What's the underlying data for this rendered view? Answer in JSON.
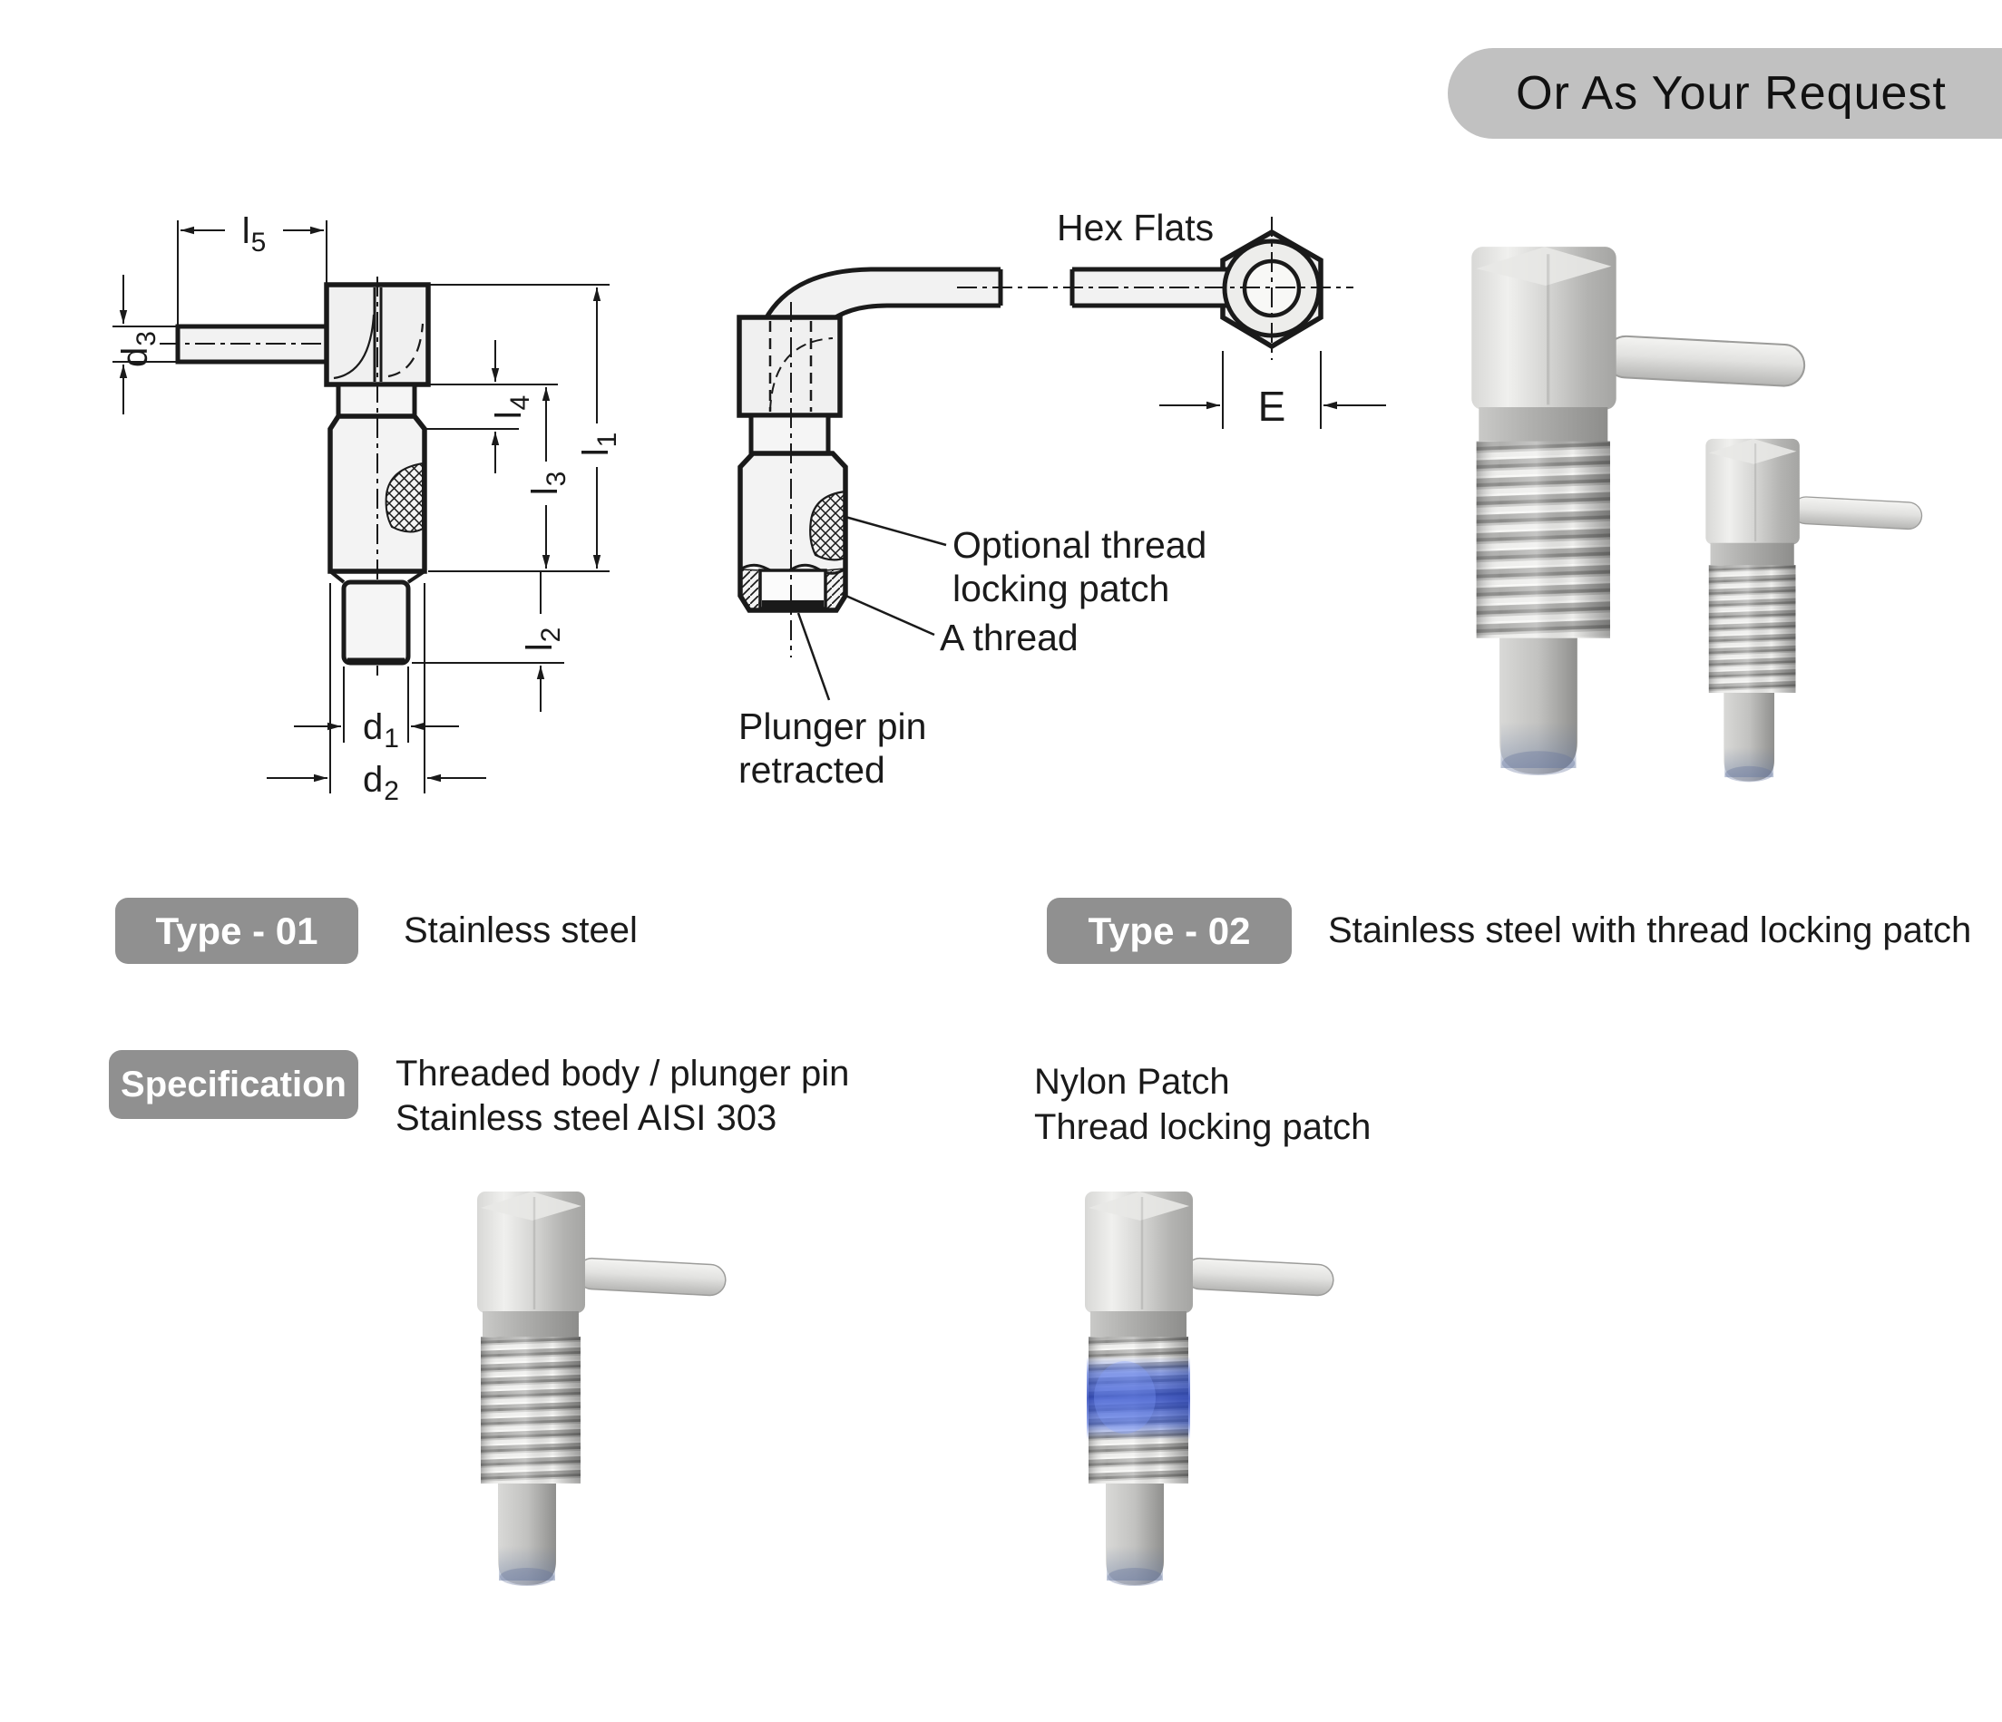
{
  "banner": {
    "label": "Or As Your Request"
  },
  "front_view": {
    "dims": {
      "l5": {
        "base": "l",
        "sub": "5"
      },
      "d3": {
        "base": "d",
        "sub": "3"
      },
      "l4": {
        "base": "l",
        "sub": "4"
      },
      "l1": {
        "base": "l",
        "sub": "1"
      },
      "l3": {
        "base": "l",
        "sub": "3"
      },
      "l2": {
        "base": "l",
        "sub": "2"
      },
      "d1": {
        "base": "d",
        "sub": "1"
      },
      "d2": {
        "base": "d",
        "sub": "2"
      }
    }
  },
  "section_view": {
    "labels": {
      "hex_flats": "Hex Flats",
      "e_dim": "E",
      "optional_thread_line1": "Optional thread",
      "optional_thread_line2": "locking patch",
      "a_thread": "A thread",
      "plunger_line1": "Plunger pin",
      "plunger_line2": "retracted"
    }
  },
  "types": [
    {
      "badge": "Type - 01",
      "description": "Stainless steel"
    },
    {
      "badge": "Type - 02",
      "description": "Stainless steel with thread locking patch"
    }
  ],
  "specification": {
    "badge": "Specification",
    "material_line1": "Threaded body / plunger pin",
    "material_line2": "Stainless steel AISI 303",
    "patch_line1": "Nylon Patch",
    "patch_line2": "Thread locking patch"
  },
  "colors": {
    "banner_bg": "#c1c1c1",
    "badge_bg": "#909090",
    "badge_text": "#ffffff",
    "body_text": "#1a1a1a",
    "drawing_line": "#1a1a1a",
    "metal_light": "#e9e9e7",
    "metal_dark": "#9a9a98",
    "nylon_patch_blue": "#2f52d2"
  }
}
